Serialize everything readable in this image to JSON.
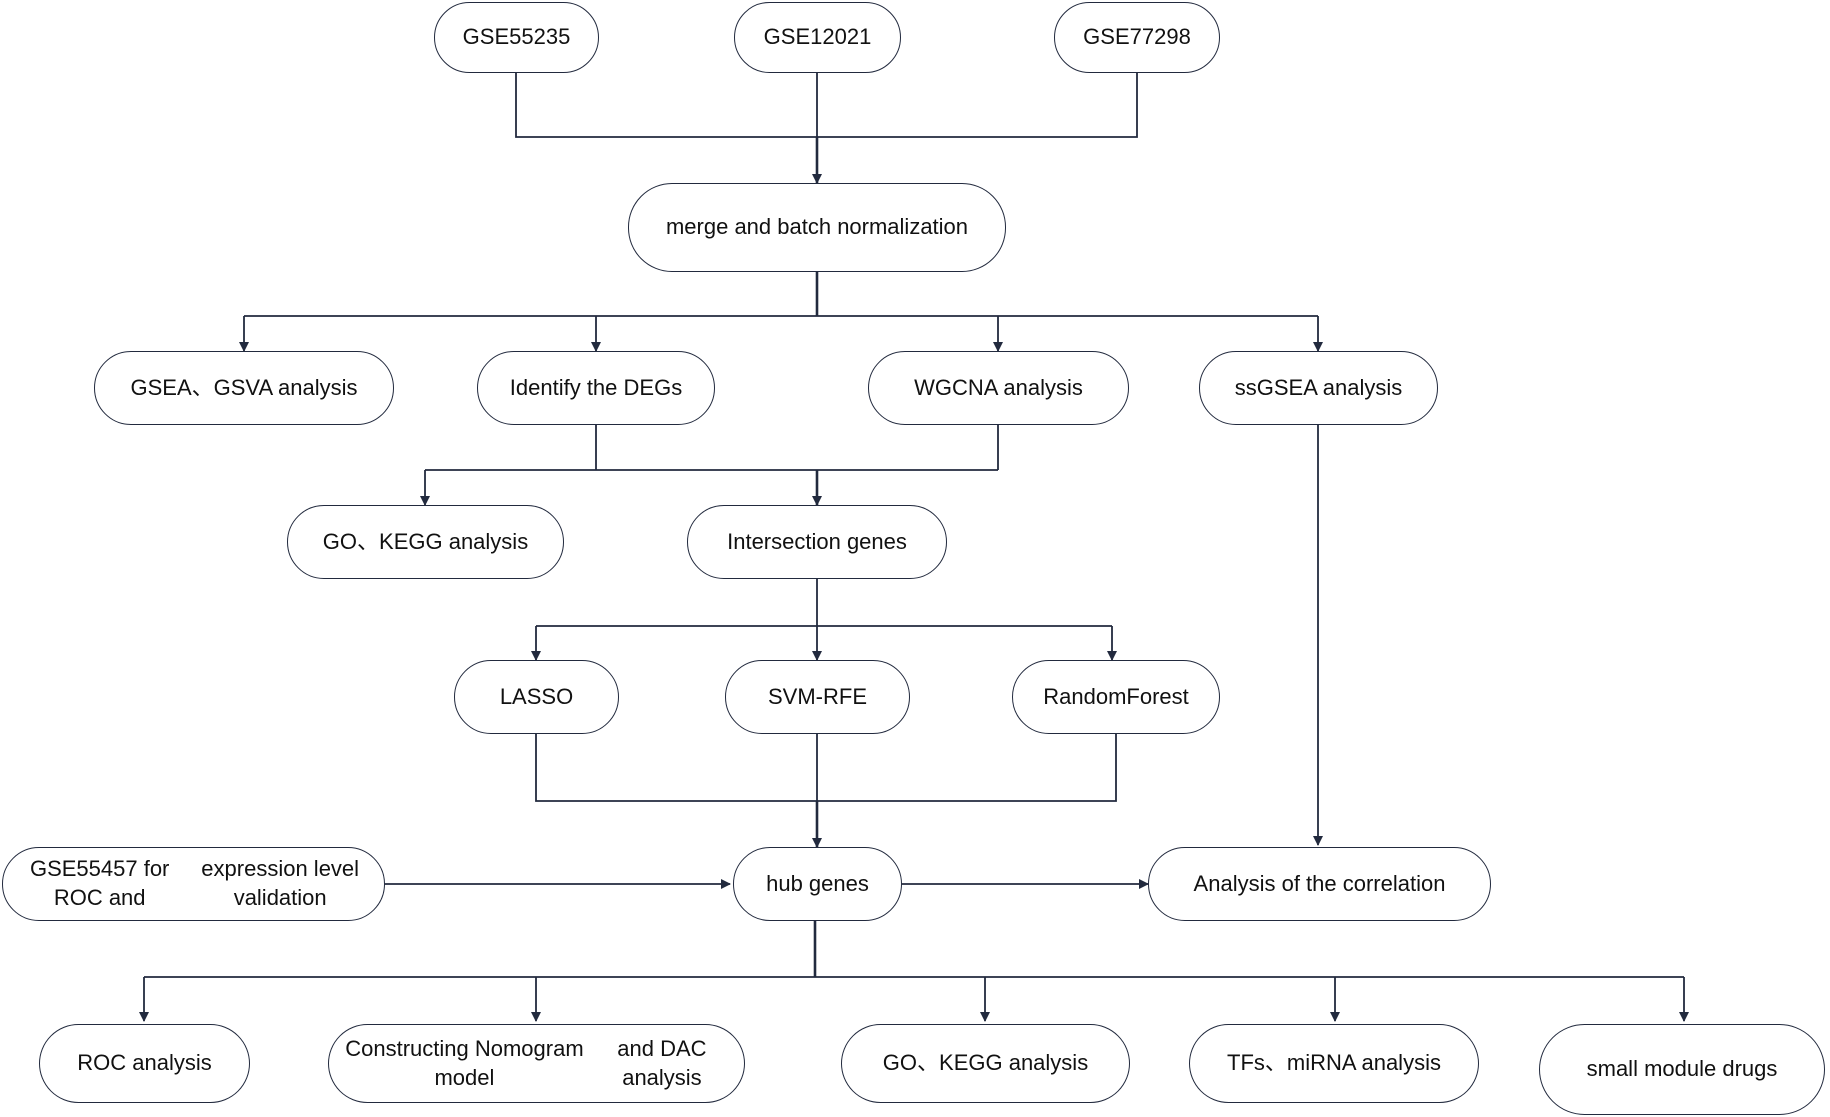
{
  "diagram": {
    "line_color": "#222a3e",
    "nodes": {
      "gse55235": "GSE55235",
      "gse12021": "GSE12021",
      "gse77298": "GSE77298",
      "merge": "merge and batch normalization",
      "gsea_gsva": "GSEA、GSVA analysis",
      "degs": "Identify the DEGs",
      "wgcna": "WGCNA analysis",
      "ssgsea": "ssGSEA analysis",
      "go_kegg_top": "GO、KEGG analysis",
      "intersection": "Intersection genes",
      "lasso": "LASSO",
      "svm_rfe": "SVM-RFE",
      "random_forest": "RandomForest",
      "validation_line1": "GSE55457 for ROC  and",
      "validation_line2": "expression level validation",
      "hub_genes": "hub genes",
      "correlation": "Analysis of the correlation",
      "roc": "ROC analysis",
      "nomogram_line1": "Constructing Nomogram model",
      "nomogram_line2": "and DAC analysis",
      "go_kegg_bottom": "GO、KEGG   analysis",
      "tfs_mirna": "TFs、miRNA analysis",
      "small_drugs": "small module drugs"
    }
  }
}
